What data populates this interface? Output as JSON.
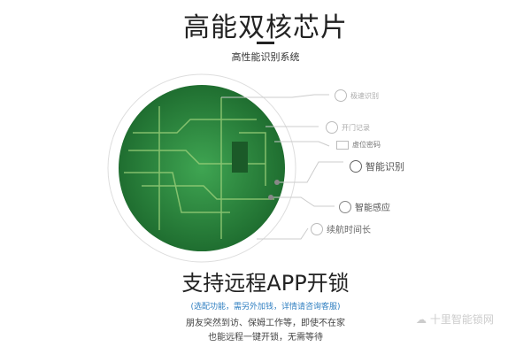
{
  "header": {
    "title": "高能双核芯片",
    "subtitle": "高性能识别系统"
  },
  "features": [
    {
      "label": "极速识别",
      "icon": "target-icon"
    },
    {
      "label": "开门记录",
      "icon": "location-pin-icon"
    },
    {
      "label": "虚位密码",
      "icon": "screen-icon"
    },
    {
      "label": "智能识别",
      "icon": "fingerprint-icon"
    },
    {
      "label": "智能感应",
      "icon": "sensor-icon"
    },
    {
      "label": "续航时间长",
      "icon": "clock-icon"
    }
  ],
  "section": {
    "title": "支持远程APP开锁",
    "note": "(选配功能，需另外加钱，详情请咨询客服)",
    "line1": "朋友突然到访、保姆工作等，即使不在家",
    "line2": "也能远程一键开锁，无需等待"
  },
  "watermark": "十里智能锁网",
  "colors": {
    "pcb_green": "#2e8a3e",
    "note_blue": "#2f7fc1"
  }
}
